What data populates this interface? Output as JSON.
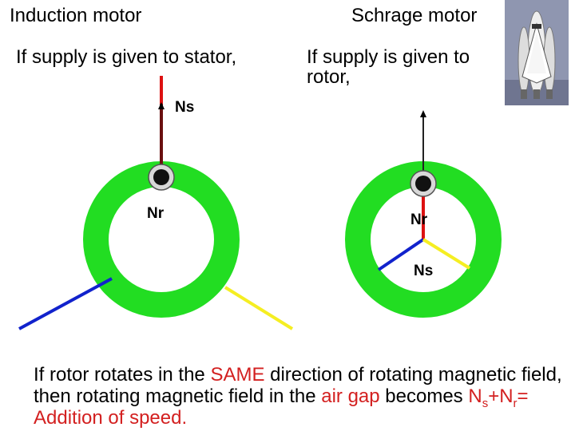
{
  "left_panel": {
    "title": "Induction  motor",
    "subtitle": "If supply is given to stator,",
    "stator_label": "Ns",
    "rotor_label": "Nr"
  },
  "right_panel": {
    "title": "Schrage motor",
    "subtitle_line1": "If supply is given to",
    "subtitle_line2": "rotor,",
    "rotor_label": "Nr",
    "stator_label": "Ns"
  },
  "caption": {
    "part1": "If rotor rotates in the ",
    "same": "SAME",
    "part2": " direction of rotating magnetic field, then rotating magnetic field in the ",
    "air_gap": "air gap",
    "part3": " becomes ",
    "ns_base": "N",
    "ns_sub": "s",
    "plus": "+",
    "nr_base": "N",
    "nr_sub": "r",
    "equals": "= ",
    "addition": "Addition of speed."
  },
  "colors": {
    "ring": "#22dd22",
    "phase_red": "#dd1111",
    "phase_blue": "#1122cc",
    "phase_yellow": "#f5ee22",
    "emphasis": "#d32020"
  },
  "icons": {
    "decor": "space-shuttle-icon"
  }
}
